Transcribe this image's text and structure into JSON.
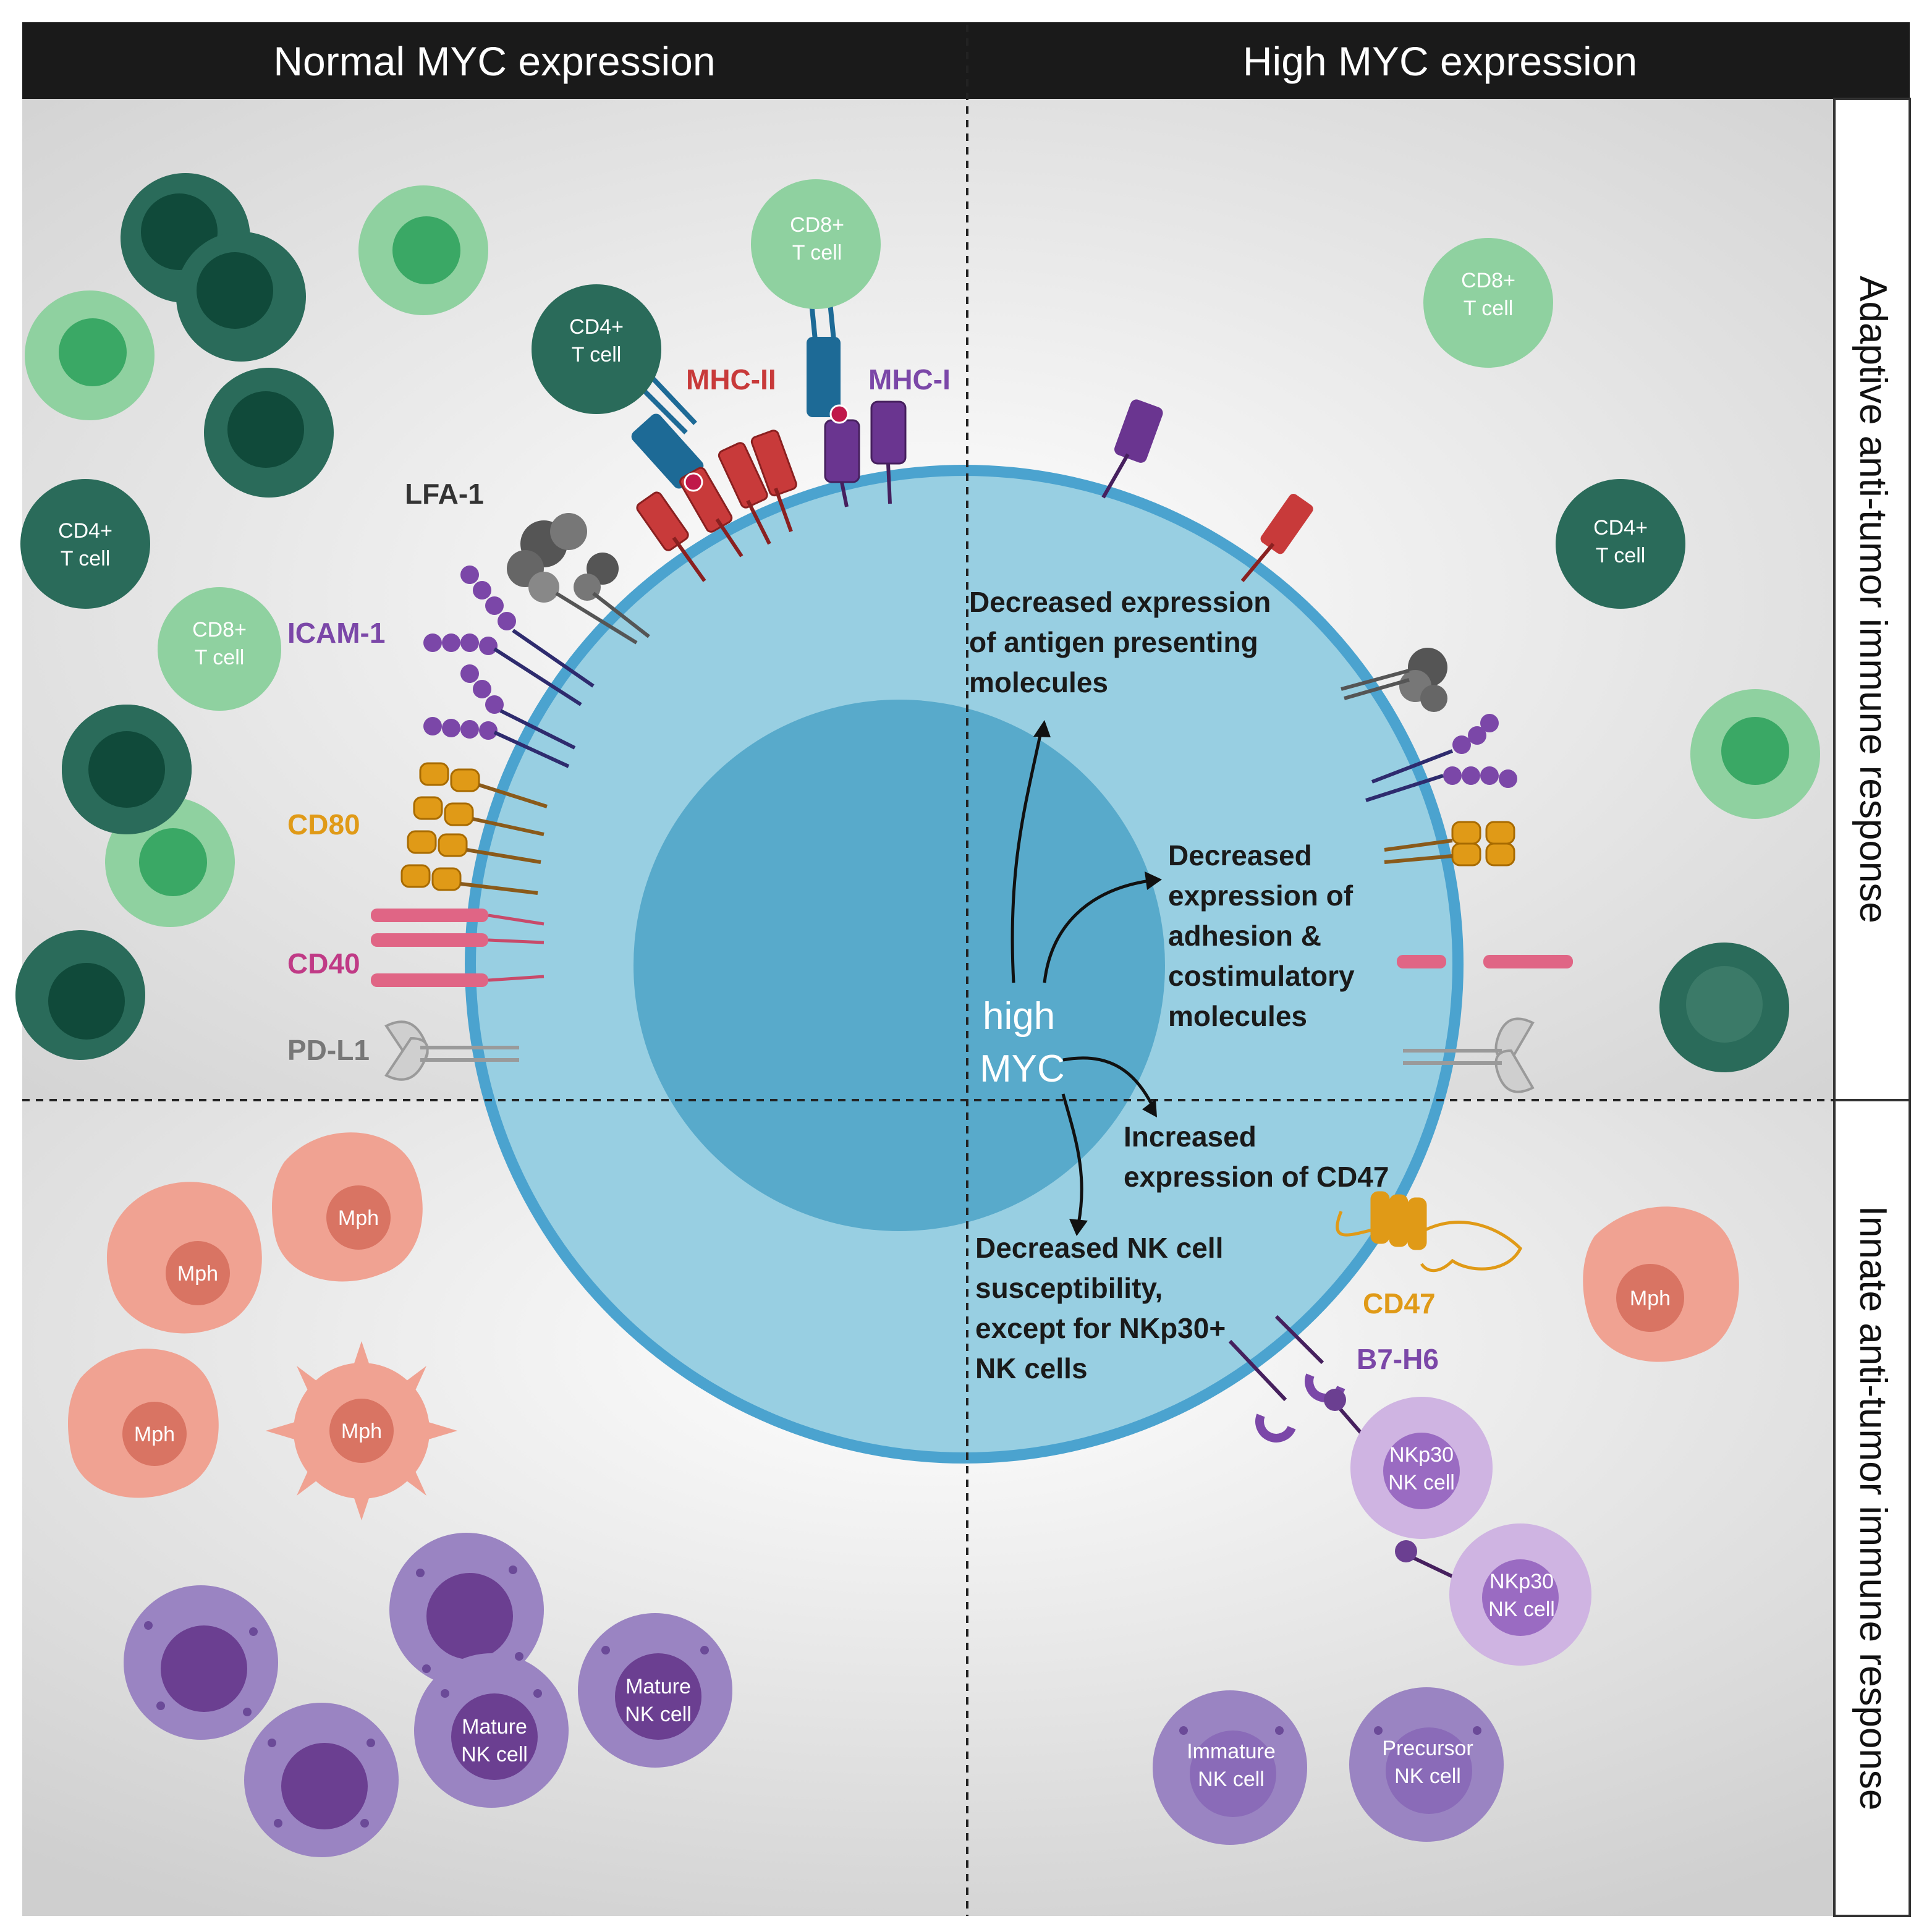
{
  "headers": {
    "left": "Normal MYC expression",
    "right": "High MYC expression"
  },
  "side_labels": {
    "top": "Adaptive anti-tumor immune response",
    "bottom": "Innate anti-tumor immune response"
  },
  "center": {
    "line1": "high",
    "line2": "MYC"
  },
  "molecules": {
    "mhc2": "MHC-II",
    "mhc1": "MHC-I",
    "lfa1": "LFA-1",
    "icam1": "ICAM-1",
    "cd80": "CD80",
    "cd40": "CD40",
    "pdl1": "PD-L1",
    "cd47": "CD47",
    "b7h6": "B7-H6"
  },
  "notes": {
    "antigen": [
      "Decreased expression",
      "of antigen presenting",
      "molecules"
    ],
    "adhesion": [
      "Decreased",
      "expression of",
      "adhesion &",
      "costimulatory",
      "molecules"
    ],
    "cd47": [
      "Increased",
      "expression of CD47"
    ],
    "nk": [
      "Decreased NK cell",
      "susceptibility,",
      "except for NKp30+",
      "NK cells"
    ]
  },
  "cells": {
    "cd4": [
      "CD4+",
      "T cell"
    ],
    "cd8": [
      "CD8+",
      "T cell"
    ],
    "mph": "Mph",
    "mature_nk": [
      "Mature",
      "NK cell"
    ],
    "nkp30": [
      "NKp30",
      "NK cell"
    ],
    "immature_nk": [
      "Immature",
      "NK cell"
    ],
    "precursor_nk": [
      "Precursor",
      "NK cell"
    ]
  },
  "colors": {
    "header_bg": "#1a1a1a",
    "tumor_outer": "#4ba3cf",
    "tumor_inner": "#98cfe2",
    "nucleus": "#58aacb",
    "cd4_dark": "#2a6b5a",
    "cd8_light": "#8fd1a0",
    "mhc2": "#c83a3a",
    "mhc1": "#6a3590",
    "cd80": "#e09a17",
    "cd40": "#d9467c",
    "pdl1": "#9a9a9a",
    "mph": "#f0a292",
    "nk": "#9a84c2"
  }
}
